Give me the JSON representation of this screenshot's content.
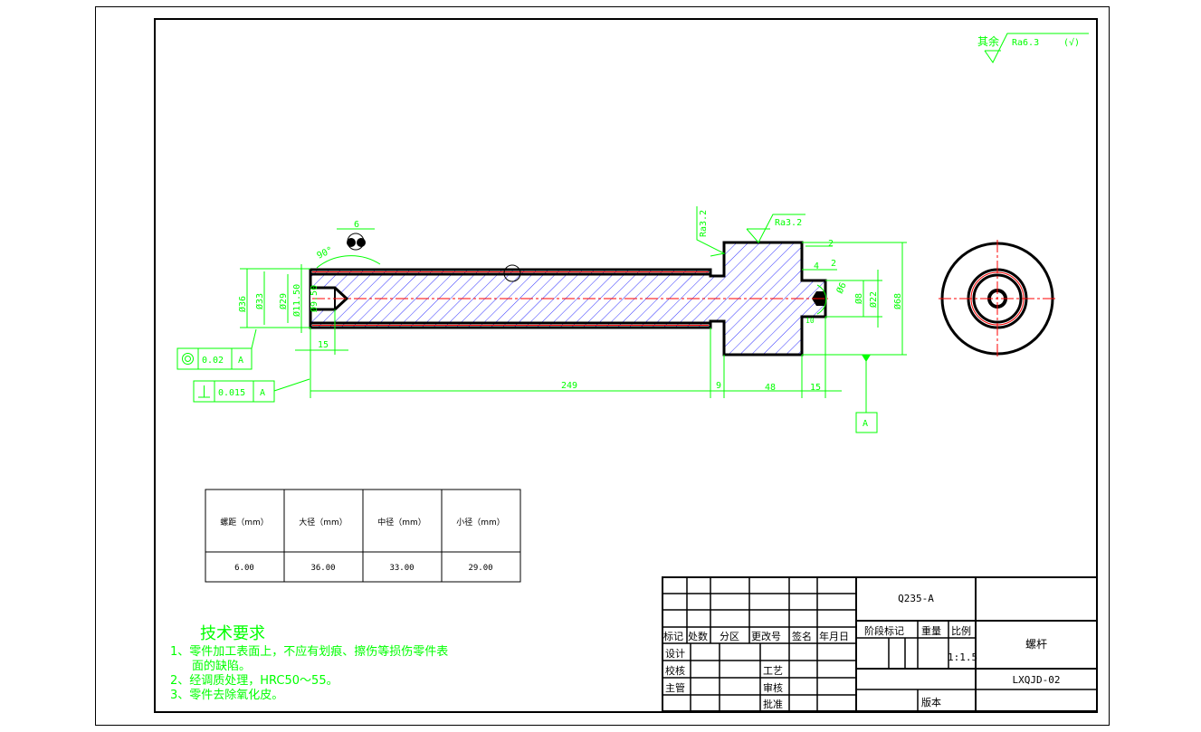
{
  "roughness_general": {
    "prefix": "其余",
    "value": "Ra6.3",
    "suffix": "(√)"
  },
  "roughness_marks": [
    "Ra3.2",
    "Ra3.2"
  ],
  "dimensions": {
    "pitch_6": "6",
    "angle_90": "90°",
    "d36": "Ø36",
    "d33": "Ø33",
    "d29": "Ø29",
    "d11_50": "Ø11.50",
    "d9_50": "Ø9.50",
    "len_15_left": "15",
    "len_249": "249",
    "len_9": "9",
    "len_48": "48",
    "len_15_right": "15",
    "d68": "Ø68",
    "d22": "Ø22",
    "d8": "Ø8",
    "d6": "Ø6",
    "len_2a": "2",
    "len_4": "4",
    "len_2b": "2",
    "a10": "10"
  },
  "tolerances": [
    {
      "symbol": "concentricity",
      "value": "0.02",
      "datum": "A"
    },
    {
      "symbol": "perpendicularity",
      "value": "0.015",
      "datum": "A"
    }
  ],
  "datum_label": "A",
  "thread_table": {
    "headers": [
      "螺距（mm）",
      "大径（mm）",
      "中径（mm）",
      "小径（mm）"
    ],
    "values": [
      "6.00",
      "36.00",
      "33.00",
      "29.00"
    ]
  },
  "requirements": {
    "title": "技术要求",
    "items": [
      "1、零件加工表面上，不应有划痕、擦伤等损伤零件表",
      "面的缺陷。",
      "2、经调质处理，HRC50～55。",
      "3、零件去除氧化皮。"
    ]
  },
  "title_block": {
    "headers": [
      "标记",
      "处数",
      "分区",
      "更改号",
      "签名",
      "年月日"
    ],
    "roles": [
      "设计",
      "校核",
      "主管"
    ],
    "roles_right": [
      "工艺",
      "审核",
      "批准"
    ],
    "material": "Q235-A",
    "stage_label": "阶段标记",
    "weight_label": "重量",
    "scale_label": "比例",
    "scale": "1:1.5",
    "version_label": "版本",
    "part_name": "螺杆",
    "drawing_no": "LXQJD-02"
  }
}
